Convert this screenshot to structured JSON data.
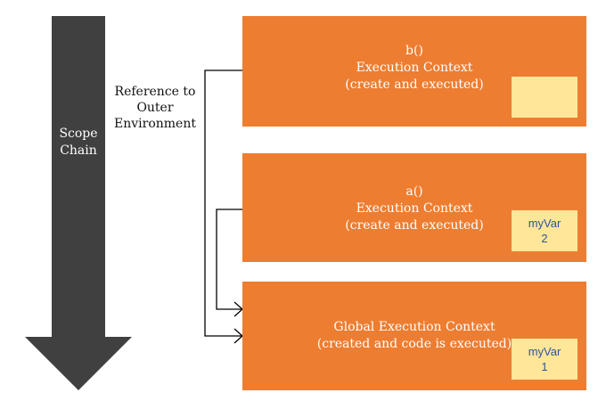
{
  "scope_chain": {
    "label_line1": "Scope",
    "label_line2": "Chain",
    "color": "#404040"
  },
  "reference_label": {
    "line1": "Reference to",
    "line2": "Outer",
    "line3": "Environment"
  },
  "contexts": [
    {
      "title": "b()",
      "line1": "Execution Context",
      "line2": "(create and executed)",
      "var_name": "",
      "var_value": ""
    },
    {
      "title": "a()",
      "line1": "Execution Context",
      "line2": "(create and executed)",
      "var_name": "myVar",
      "var_value": "2"
    },
    {
      "title": "",
      "line1": "Global Execution Context",
      "line2": "(created and code is executed)",
      "var_name": "myVar",
      "var_value": "1"
    }
  ],
  "colors": {
    "context_fill": "#ed7d31",
    "variable_fill": "#ffe699",
    "variable_text": "#2f5597",
    "connector": "#000000"
  }
}
